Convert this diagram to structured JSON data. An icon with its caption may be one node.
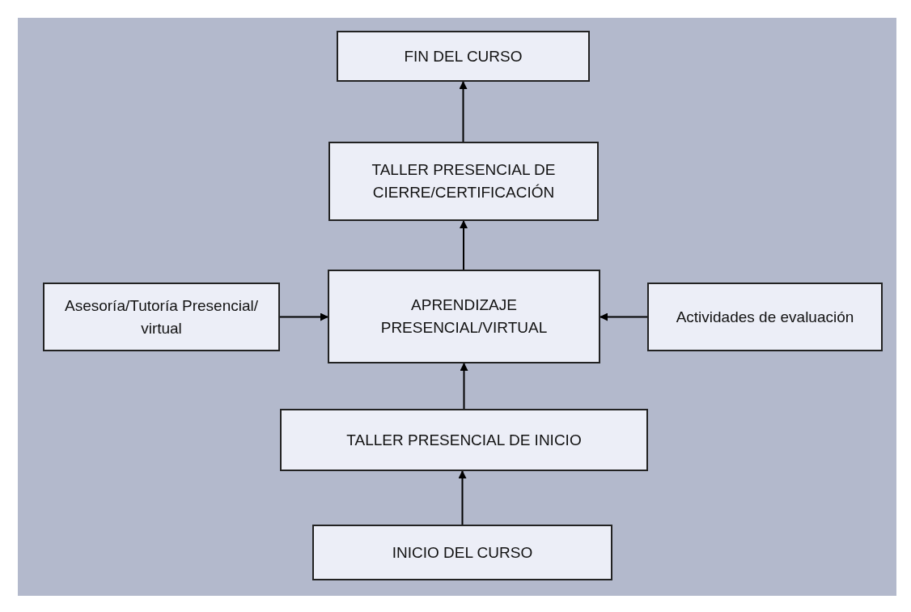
{
  "diagram": {
    "nodes": [
      {
        "text": [
          "FIN DEL CURSO"
        ]
      },
      {
        "text": [
          "TALLER PRESENCIAL DE CIERRE/CERTIFICACIÓN"
        ]
      },
      {
        "text": [
          "APRENDIZAJE PRESENCIAL/VIRTUAL"
        ]
      },
      {
        "text": [
          "Asesoría/Tutoría Presencial/ virtual"
        ]
      },
      {
        "text": [
          "Actividades de evaluación"
        ]
      },
      {
        "text": [
          "TALLER PRESENCIAL DE INICIO"
        ]
      },
      {
        "text": [
          "INICIO DEL CURSO"
        ]
      }
    ],
    "edges": [
      {
        "from": 6,
        "to": 5,
        "arrow": "to"
      },
      {
        "from": 5,
        "to": 2,
        "arrow": "to"
      },
      {
        "from": 2,
        "to": 1,
        "arrow": "to"
      },
      {
        "from": 1,
        "to": 0,
        "arrow": "to"
      },
      {
        "from": 3,
        "to": 2,
        "arrow": "to"
      },
      {
        "from": 4,
        "to": 2,
        "arrow": "to"
      }
    ]
  }
}
